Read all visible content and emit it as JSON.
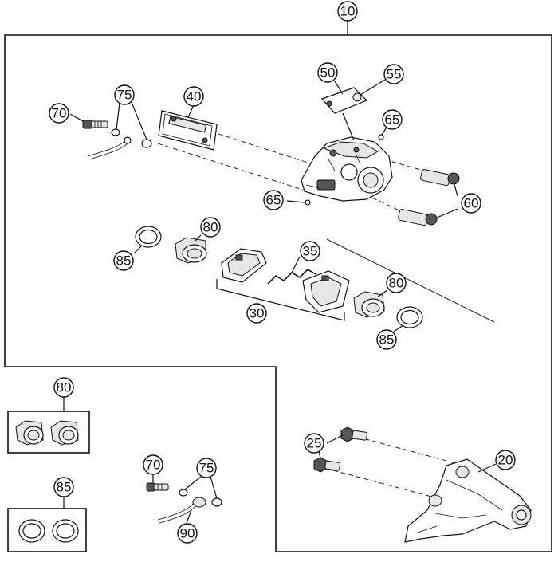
{
  "callouts": {
    "c10": "10",
    "c75a": "75",
    "c40": "40",
    "c70a": "70",
    "c50": "50",
    "c55": "55",
    "c65a": "65",
    "c65b": "65",
    "c60": "60",
    "c80a": "80",
    "c85a": "85",
    "c35": "35",
    "c80b": "80",
    "c30": "30",
    "c85b": "85",
    "c80c": "80",
    "c85c": "85",
    "c25": "25",
    "c20": "20",
    "c70b": "70",
    "c75b": "75",
    "c90": "90"
  }
}
